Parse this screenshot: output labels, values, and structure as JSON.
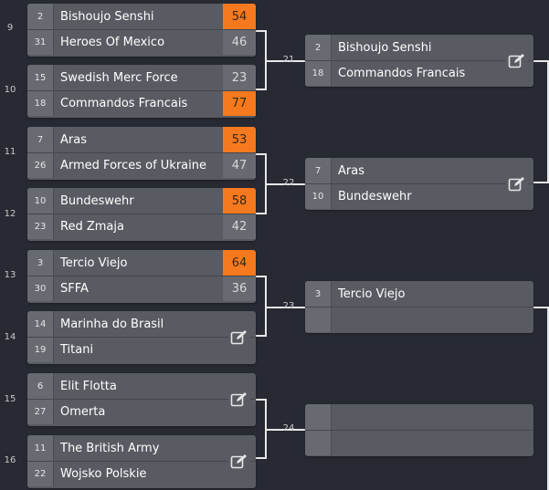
{
  "round1": [
    {
      "number": "9",
      "top": {
        "seed": "2",
        "name": "Bishoujo Senshi",
        "score": "54",
        "winner": true
      },
      "bottom": {
        "seed": "31",
        "name": "Heroes Of Mexico",
        "score": "46",
        "winner": false
      },
      "editable": false
    },
    {
      "number": "10",
      "top": {
        "seed": "15",
        "name": "Swedish Merc Force",
        "score": "23",
        "winner": false
      },
      "bottom": {
        "seed": "18",
        "name": "Commandos Francais",
        "score": "77",
        "winner": true
      },
      "editable": false
    },
    {
      "number": "11",
      "top": {
        "seed": "7",
        "name": "Aras",
        "score": "53",
        "winner": true
      },
      "bottom": {
        "seed": "26",
        "name": "Armed Forces of Ukraine",
        "score": "47",
        "winner": false
      },
      "editable": false
    },
    {
      "number": "12",
      "top": {
        "seed": "10",
        "name": "Bundeswehr",
        "score": "58",
        "winner": true
      },
      "bottom": {
        "seed": "23",
        "name": "Red Zmaja",
        "score": "42",
        "winner": false
      },
      "editable": false
    },
    {
      "number": "13",
      "top": {
        "seed": "3",
        "name": "Tercio Viejo",
        "score": "64",
        "winner": true
      },
      "bottom": {
        "seed": "30",
        "name": "SFFA",
        "score": "36",
        "winner": false
      },
      "editable": false
    },
    {
      "number": "14",
      "top": {
        "seed": "14",
        "name": "Marinha do Brasil",
        "score": "",
        "winner": false
      },
      "bottom": {
        "seed": "19",
        "name": "Titani",
        "score": "",
        "winner": false
      },
      "editable": true
    },
    {
      "number": "15",
      "top": {
        "seed": "6",
        "name": "Elit Flotta",
        "score": "",
        "winner": false
      },
      "bottom": {
        "seed": "27",
        "name": "Omerta",
        "score": "",
        "winner": false
      },
      "editable": true
    },
    {
      "number": "16",
      "top": {
        "seed": "11",
        "name": "The British Army",
        "score": "",
        "winner": false
      },
      "bottom": {
        "seed": "22",
        "name": "Wojsko Polskie",
        "score": "",
        "winner": false
      },
      "editable": true
    }
  ],
  "round2": [
    {
      "number": "21",
      "top": {
        "seed": "2",
        "name": "Bishoujo Senshi"
      },
      "bottom": {
        "seed": "18",
        "name": "Commandos Francais"
      },
      "editable": true
    },
    {
      "number": "22",
      "top": {
        "seed": "7",
        "name": "Aras"
      },
      "bottom": {
        "seed": "10",
        "name": "Bundeswehr"
      },
      "editable": true
    },
    {
      "number": "23",
      "top": {
        "seed": "3",
        "name": "Tercio Viejo"
      },
      "bottom": {
        "seed": "",
        "name": ""
      },
      "editable": false
    },
    {
      "number": "24",
      "top": {
        "seed": "",
        "name": ""
      },
      "bottom": {
        "seed": "",
        "name": ""
      },
      "editable": false
    }
  ],
  "colors": {
    "winner": "#f5791e",
    "background": "#272a33",
    "card": "#585b62"
  },
  "icons": {
    "edit": "edit-icon"
  }
}
